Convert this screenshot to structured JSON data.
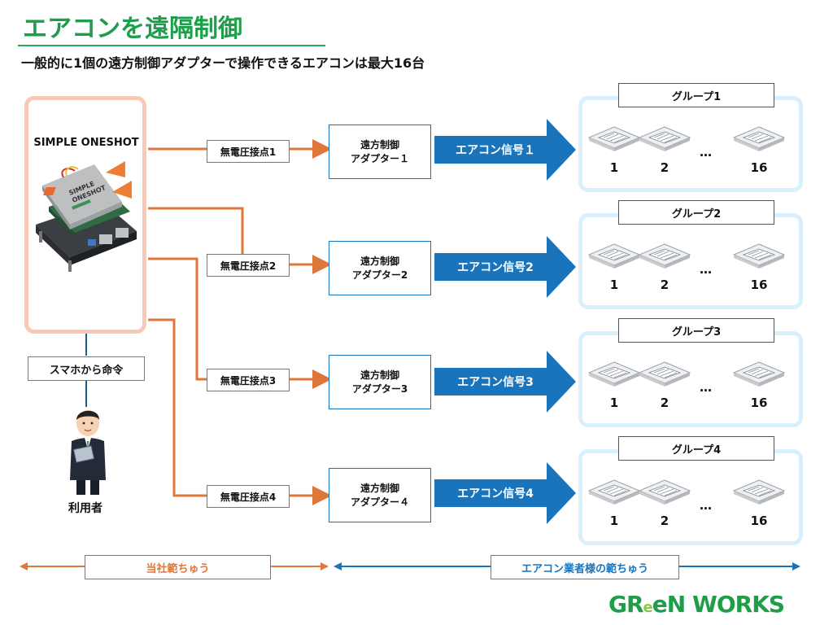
{
  "title": "エアコンを遠隔制御",
  "subtitle": "一般的に1個の遠方制御アダプターで操作できるエアコンは最大16台",
  "device": {
    "name": "SIMPLE ONESHOT",
    "board_text_1": "SIMPLE",
    "board_text_2": "ONESHOT"
  },
  "command_label": "スマホから命令",
  "user_label": "利用者",
  "channels": [
    {
      "contact": "無電圧接点1",
      "adapter_line1": "遠方制御",
      "adapter_line2": "アダプター１",
      "signal": "エアコン信号１",
      "group": "グループ1",
      "units": [
        "1",
        "2",
        "16"
      ],
      "dots": "…"
    },
    {
      "contact": "無電圧接点2",
      "adapter_line1": "遠方制御",
      "adapter_line2": "アダプター2",
      "signal": "エアコン信号2",
      "group": "グループ2",
      "units": [
        "1",
        "2",
        "16"
      ],
      "dots": "…"
    },
    {
      "contact": "無電圧接点3",
      "adapter_line1": "遠方制御",
      "adapter_line2": "アダプター3",
      "signal": "エアコン信号3",
      "group": "グループ3",
      "units": [
        "1",
        "2",
        "16"
      ],
      "dots": "…"
    },
    {
      "contact": "無電圧接点4",
      "adapter_line1": "遠方制御",
      "adapter_line2": "アダプター４",
      "signal": "エアコン信号4",
      "group": "グループ4",
      "units": [
        "1",
        "2",
        "16"
      ],
      "dots": "…"
    }
  ],
  "scope": {
    "own": "当社範ちゅう",
    "vendor": "エアコン業者様の範ちゅう"
  },
  "logo": {
    "part1": "GR",
    "part2": "e",
    "part3": "e",
    "part4": "N WORKS"
  },
  "colors": {
    "green": "#1d9e4a",
    "orange": "#e0773a",
    "blue": "#1a74bb",
    "light_blue": "#d9effb",
    "peach": "#f7c9b6"
  }
}
